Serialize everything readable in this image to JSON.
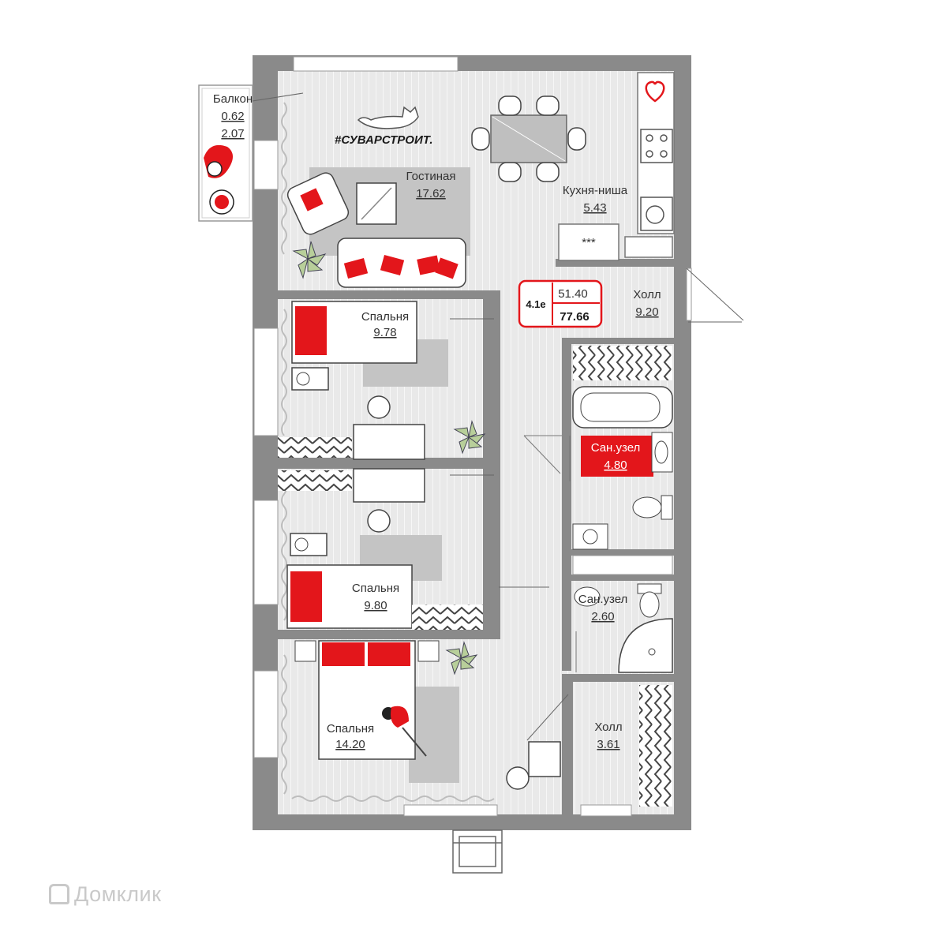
{
  "brand": "#СУВАРСТРОИТ.",
  "unit": {
    "type": "4.1e",
    "living_area": "51.40",
    "total_area": "77.66"
  },
  "rooms": {
    "balcony": {
      "name": "Балкон",
      "area1": "0.62",
      "area2": "2.07"
    },
    "living": {
      "name": "Гостиная",
      "area": "17.62"
    },
    "kitchen": {
      "name": "Кухня-ниша",
      "area": "5.43"
    },
    "hall1": {
      "name": "Холл",
      "area": "9.20"
    },
    "bed1": {
      "name": "Спальня",
      "area": "9.78"
    },
    "bath1": {
      "name": "Сан.узел",
      "area": "4.80"
    },
    "bed2": {
      "name": "Спальня",
      "area": "9.80"
    },
    "bath2": {
      "name": "Сан.узел",
      "area": "2.60"
    },
    "bed3": {
      "name": "Спальня",
      "area": "14.20"
    },
    "hall2": {
      "name": "Холл",
      "area": "3.61"
    }
  },
  "appliance_label": "***",
  "watermark": "Домклик",
  "colors": {
    "wall": "#8a8a8a",
    "floor": "#e8e8e8",
    "accent": "#e3161b",
    "furniture": "#c2c2c2"
  },
  "icons": [
    "heart-icon",
    "cat-icon",
    "plant-icon",
    "person-icon",
    "stove-icon",
    "sink-icon",
    "toilet-icon",
    "bathtub-icon",
    "shower-icon",
    "house-logo-icon"
  ]
}
